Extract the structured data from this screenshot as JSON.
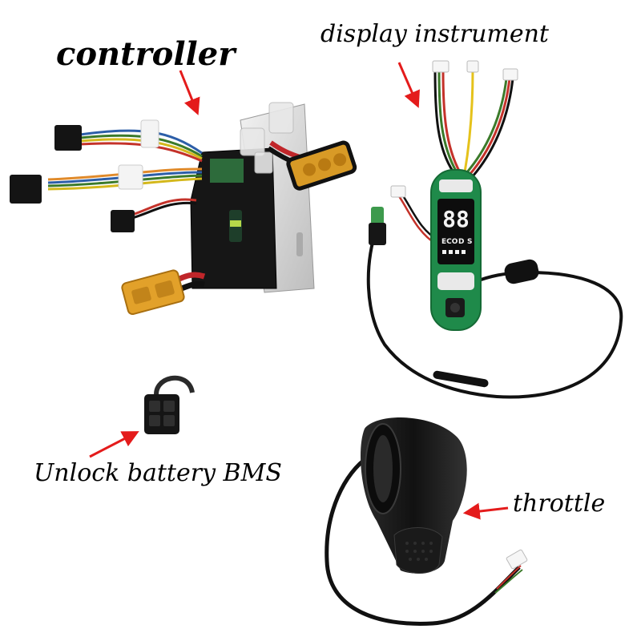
{
  "labels": {
    "controller": "controller",
    "display_instrument": "display instrument",
    "unlock_battery_bms": "Unlock battery BMS",
    "throttle": "throttle"
  },
  "display_readout": "88",
  "display_modes": [
    "ECO",
    "D",
    "S"
  ],
  "colors": {
    "background": "#ffffff",
    "arrow": "#e41b1b",
    "pcb_green": "#1f8a4a",
    "connector_yellow": "#e2a12a",
    "cable_black": "#111111"
  }
}
